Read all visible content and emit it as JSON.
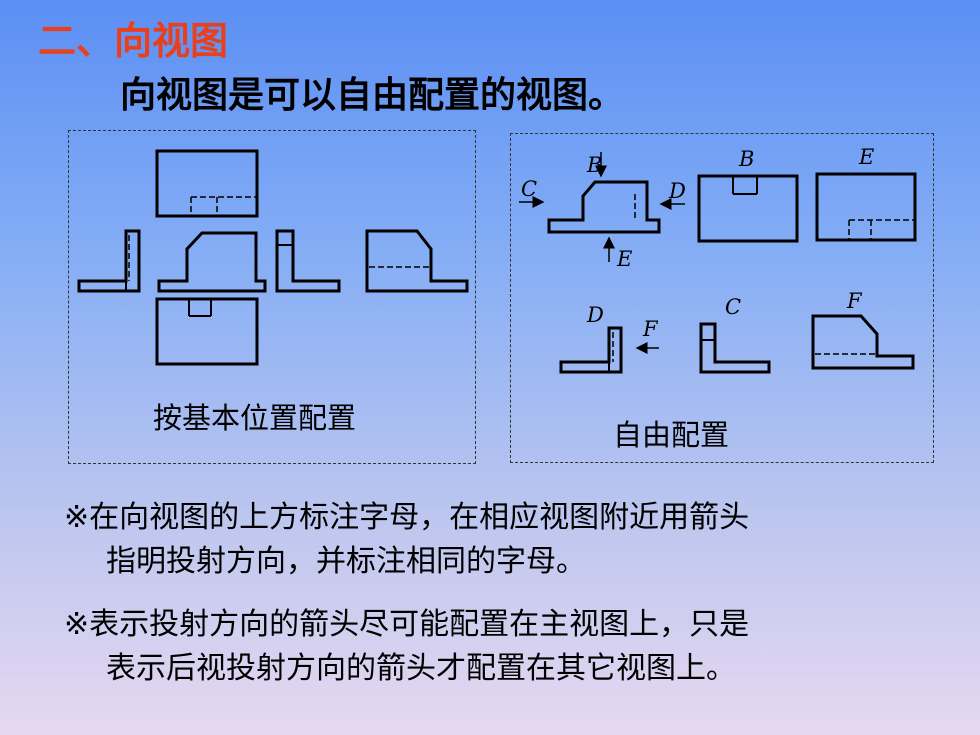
{
  "heading": {
    "title": "二、向视图",
    "subtitle": "向视图是可以自由配置的视图。"
  },
  "left_panel": {
    "caption": "按基本位置配置"
  },
  "right_panel": {
    "caption": "自由配置",
    "labels": {
      "B_arrow": "B",
      "C_arrow": "C",
      "D_arrow": "D",
      "E_arrow": "E",
      "B_view": "B",
      "E_view": "E",
      "D_view": "D",
      "F_arrow": "F",
      "C_view": "C",
      "F_view": "F"
    }
  },
  "notes": [
    {
      "line1": "※在向视图的上方标注字母，在相应视图附近用箭头",
      "line2": "指明投射方向，并标注相同的字母。"
    },
    {
      "line1": "※表示投射方向的箭头尽可能配置在主视图上，只是",
      "line2": "表示后视投射方向的箭头才配置在其它视图上。"
    }
  ],
  "colors": {
    "title": "#e8401c",
    "bg_top": "#5b8ff4",
    "bg_bottom": "#e6d8f0"
  }
}
